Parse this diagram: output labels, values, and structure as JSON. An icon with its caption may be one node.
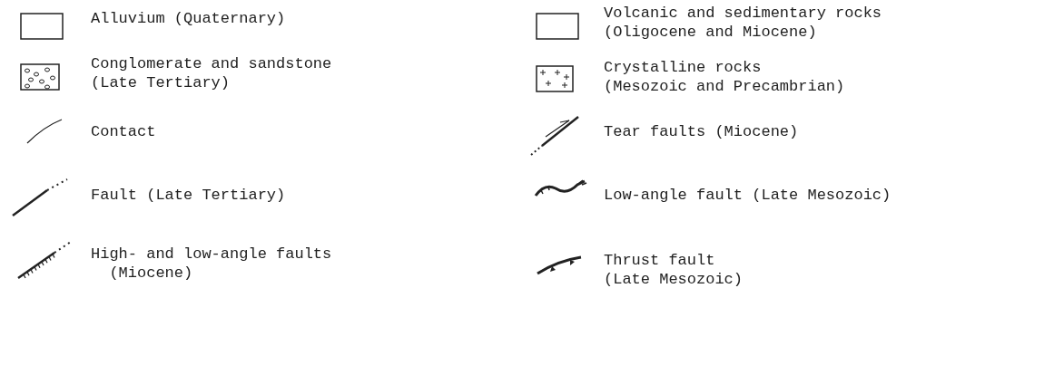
{
  "diagram": {
    "legend": [
      {
        "text": "Alluvium (Quaternary)"
      },
      {
        "text": "Volcanic and sedimentary rocks (Oligocene and Miocene)"
      },
      {
        "text": "Conglomerate and sandstone (Late Tertiary)"
      },
      {
        "text": "Crystalline rocks (Mesozoic and Precambrian)"
      },
      {
        "text": "Contact"
      },
      {
        "text": "Tear faults (Miocene)"
      },
      {
        "text": "Fault (Late Tertiary)"
      },
      {
        "text": "Low-angle fault (Late Mesozoic)"
      },
      {
        "text": "High- and low-angle faults (Miocene)"
      },
      {
        "text": "Thrust fault (Late Mesozoic)"
      }
    ]
  }
}
